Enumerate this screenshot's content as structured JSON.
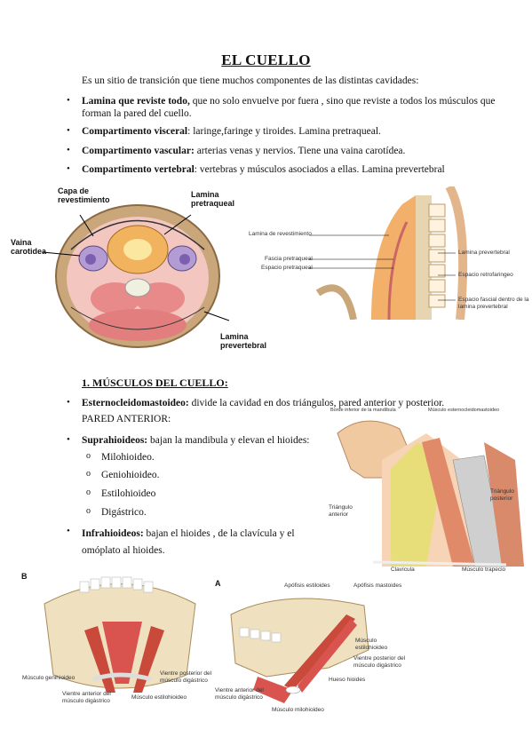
{
  "title": "EL CUELLO",
  "intro": "Es un sitio de transición que tiene muchos componentes de las distintas cavidades:",
  "bullets": [
    {
      "bold": "Lamina que reviste todo,",
      "text": " que no solo envuelve por fuera , sino que reviste a todos los músculos que forman la pared del cuello."
    },
    {
      "bold": "Compartimento visceral",
      "text": ": laringe,faringe y tiroides. Lamina pretraqueal."
    },
    {
      "bold": "Compartimento vascular:",
      "text": " arterias venas y nervios. Tiene una vaina carotídea."
    },
    {
      "bold": "Compartimento vertebral",
      "text": ": vertebras y músculos asociados a ellas. Lamina prevertebral"
    }
  ],
  "fig1": {
    "capa": "Capa de revestimiento",
    "pretraqueal": "Lamina pretraqueal",
    "vaina": "Vaina carotidea",
    "prevertebral": "Lamina prevertebral"
  },
  "fig2": {
    "l1": "Lamina de revestimiento",
    "l2": "Fascia pretraqueal",
    "l3": "Espacio pretraqueal",
    "r1": "Lamina prevertebral",
    "r2": "Espacio retrofaringeo",
    "r3": "Espacio fascial dentro de la lamina prevertebral"
  },
  "section1": "1. MÚSCULOS DEL CUELLO:",
  "ecm": {
    "bold": "Esternocleidomastoideo:",
    "text": " divide la cavidad en dos triángulos, pared anterior y posterior."
  },
  "pared": "PARED ANTERIOR:",
  "supra": {
    "bold": "Suprahioideos:",
    "text": " bajan la mandibula y elevan el hioides:"
  },
  "supra_list": [
    "Milohioideo.",
    "Geniohioideo.",
    "Estilohioideo",
    "Digástrico."
  ],
  "infra": {
    "bold": "Infrahioideos:",
    "text": " bajan el hioides , de la clavícula y el omóplato al hioides."
  },
  "fig3": {
    "t1": "Borde inferior de la mandíbula",
    "t2": "Músculo esternocleidomastoideo",
    "tri_ant": "Triángulo anterior",
    "tri_post": "Triángulo posterior",
    "clav": "Clavícula",
    "trap": "Músculo trapecio"
  },
  "fig4": {
    "letter": "B",
    "geni": "Músculo genihioideo",
    "vant": "Vientre anterior del músculo digástrico",
    "vpost": "Vientre posterior del músculo digástrico",
    "esti": "Músculo estilohioideo"
  },
  "fig5": {
    "letter": "A",
    "ap1": "Apófisis estiloides",
    "ap2": "Apófisis mastoides",
    "m1": "Músculo estilohioideo",
    "m2": "Vientre posterior del músculo digástrico",
    "m3": "Hueso hioides",
    "m4": "Vientre anterior del músculo digástrico",
    "m5": "Músculo milohioideo"
  }
}
